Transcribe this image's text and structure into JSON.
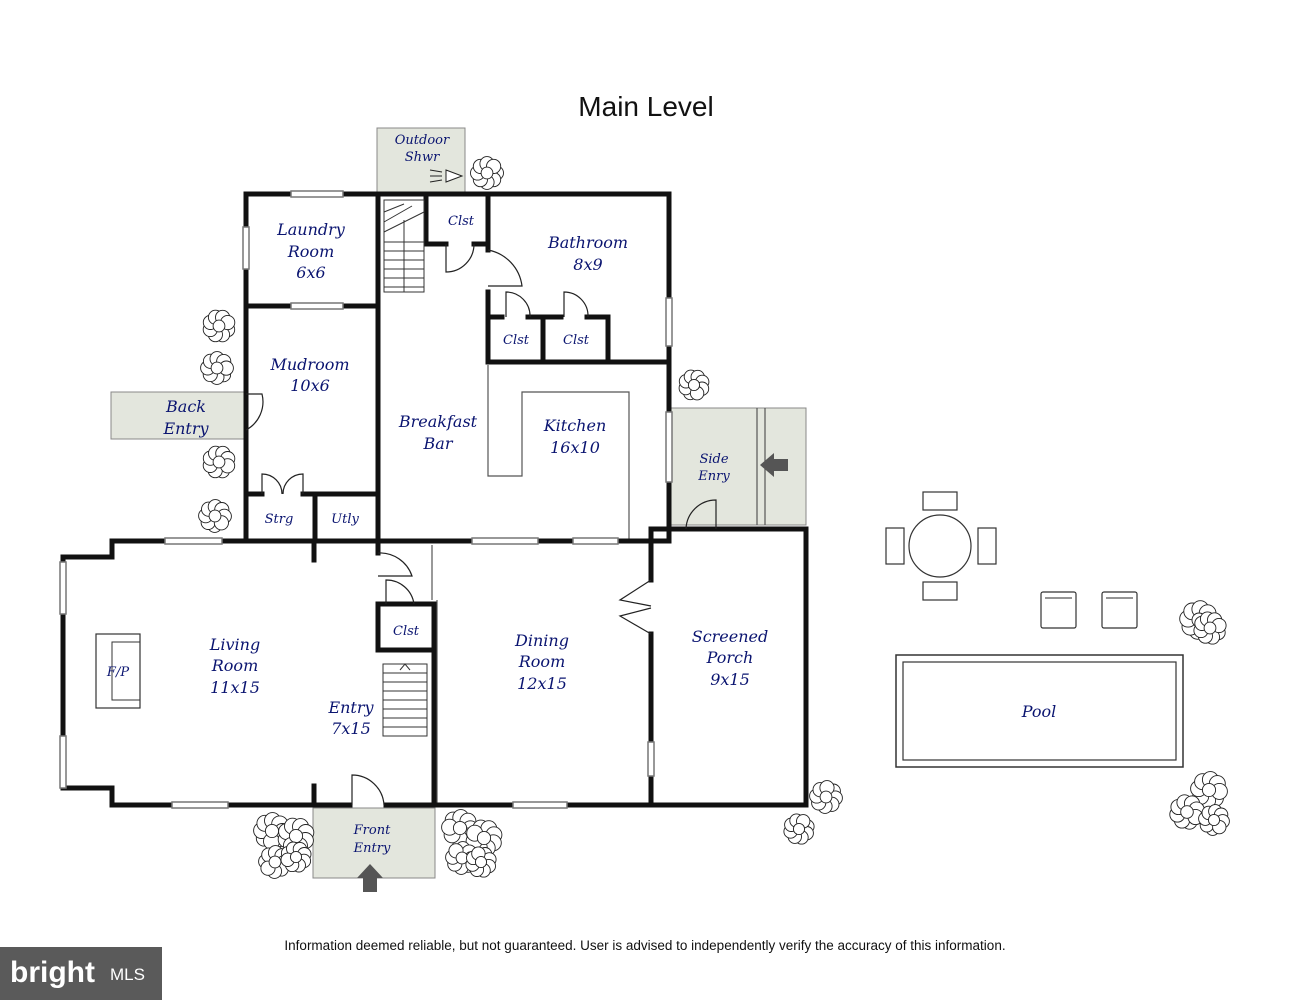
{
  "title": "Main Level",
  "rooms": {
    "laundry": [
      "Laundry",
      "Room",
      "6x6"
    ],
    "mudroom": [
      "Mudroom",
      "10x6"
    ],
    "breakfast": [
      "Breakfast",
      "Bar"
    ],
    "kitchen": [
      "Kitchen",
      "16x10"
    ],
    "bathroom": [
      "Bathroom",
      "8x9"
    ],
    "living": [
      "Living",
      "Room",
      "11x15"
    ],
    "entry": [
      "Entry",
      "7x15"
    ],
    "dining": [
      "Dining",
      "Room",
      "12x15"
    ],
    "screened_porch": [
      "Screened",
      "Porch",
      "9x15"
    ]
  },
  "small": {
    "clst_top": "Clst",
    "clst_bath_1": "Clst",
    "clst_bath_2": "Clst",
    "clst_entry": "Clst",
    "strg": "Strg",
    "utly": "Utly",
    "fp": "F/P"
  },
  "outdoor": {
    "outdoor_shwr": [
      "Outdoor",
      "Shwr"
    ],
    "back_entry": [
      "Back",
      "Entry"
    ],
    "side_entry": [
      "Side",
      "Enry"
    ],
    "front_entry": [
      "Front",
      "Entry"
    ],
    "pool": "Pool"
  },
  "disclaimer": "Information deemed reliable, but not guaranteed.  User is advised to independently verify the accuracy of this information.",
  "logo": {
    "brand": "bright",
    "suffix": "MLS"
  },
  "colors": {
    "label": "#0a1470",
    "wall": "#111111",
    "exterior_pad": "#e3e6dd",
    "logo_bg": "#5a5a5a"
  }
}
